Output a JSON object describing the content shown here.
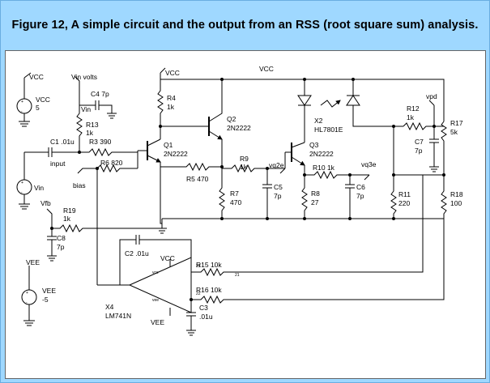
{
  "figure": {
    "title": "Figure 12, A simple circuit and the output from an RSS (root square sum) analysis."
  },
  "labels": {
    "vcc_top_left": "VCC",
    "vcc_src_name": "VCC",
    "vcc_src_value": "5",
    "vin_volts": "Vin volts",
    "c4": "C4 7p",
    "vin_node": "Vin",
    "r13": "R13",
    "r13_val": "1k",
    "c1": "C1 .01u",
    "r3": "R3 390",
    "input": "input",
    "r6": "R6 820",
    "bias": "bias",
    "vin_src": "Vin",
    "vfb": "Vfb",
    "r19": "R19",
    "r19_val": "1k",
    "c8": "C8",
    "c8_val": "7p",
    "vee_node": "VEE",
    "vee_src_name": "VEE",
    "vee_src_value": "-5",
    "vcc_q1": "VCC",
    "r4": "R4",
    "r4_val": "1k",
    "q1": "Q1",
    "q1_type": "2N2222",
    "q2": "Q2",
    "q2_type": "2N2222",
    "r5": "R5 470",
    "r7": "R7",
    "r7_val": "470",
    "r9": "R9",
    "r9_val": "1k",
    "vq2e": "vq2e",
    "c5": "C5",
    "c5_val": "7p",
    "vcc_top": "VCC",
    "x2": "X2",
    "x2_type": "HL7801E",
    "q3": "Q3",
    "q3_type": "2N2222",
    "r10": "R10 1k",
    "vq3e": "vq3e",
    "c6": "C6",
    "c6_val": "7p",
    "r8": "R8",
    "r8_val": "27",
    "r12": "R12",
    "r12_val": "1k",
    "vpd": "vpd",
    "r17": "R17",
    "r17_val": "5k",
    "c7": "C7",
    "c7_val": "7p",
    "r11": "R11",
    "r11_val": "220",
    "r18": "R18",
    "r18_val": "100",
    "c2": "C2 .01u",
    "vcc_op": "VCC",
    "r15": "R15 10k",
    "r16": "R16 10k",
    "x4": "X4",
    "x4_type": "LM741N",
    "vee_op": "VEE",
    "c3": "C3",
    "c3_val": ".01u"
  }
}
